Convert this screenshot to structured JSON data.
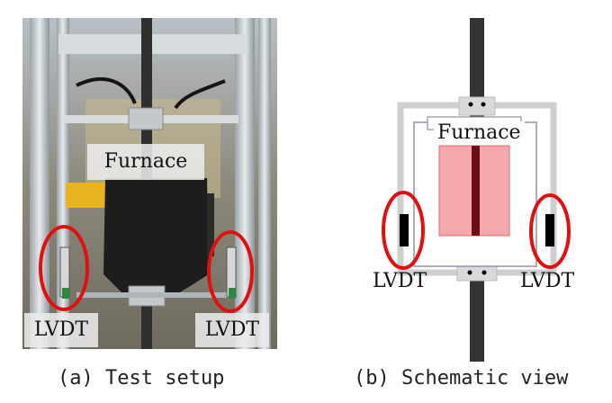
{
  "photo": {
    "furnace_label": "Furnace",
    "lvdt_left_label": "LVDT",
    "lvdt_right_label": "LVDT",
    "caption": "(a) Test setup"
  },
  "schematic": {
    "furnace_label": "Furnace",
    "lvdt_left_label": "LVDT",
    "lvdt_right_label": "LVDT",
    "caption": "(b) Schematic view"
  },
  "colors": {
    "highlight_circle": "#e01010",
    "specimen_fill": "#f7a8ad",
    "specimen_rod": "#6b0f14",
    "frame_gray": "#d0d0d0",
    "rod_dark": "#333333"
  }
}
